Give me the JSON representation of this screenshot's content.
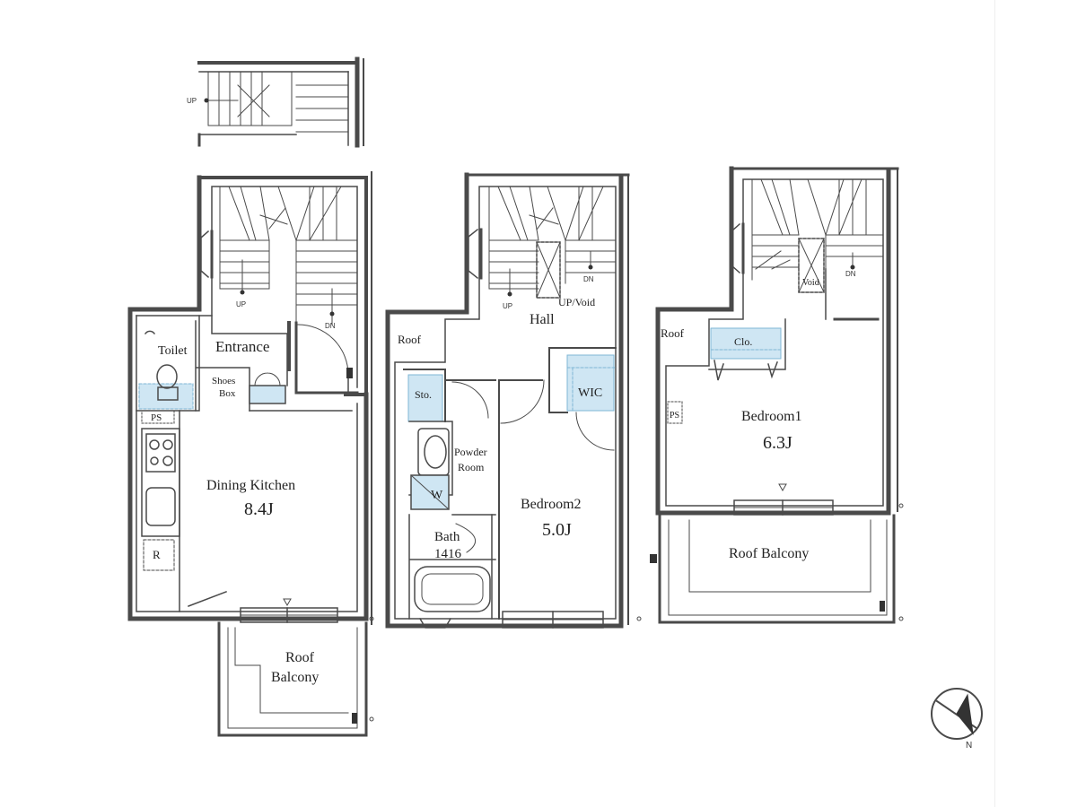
{
  "colors": {
    "wall": "#4a4a4a",
    "storage_fill": "#cfe6f3",
    "line": "#555555",
    "background": "#ffffff"
  },
  "rooms": {
    "toilet": "Toilet",
    "entrance": "Entrance",
    "shoes_box_line1": "Shoes",
    "shoes_box_line2": "Box",
    "ps": "PS",
    "dining_kitchen": "Dining Kitchen",
    "dining_kitchen_size": "8.4J",
    "fridge": "R",
    "roof_balcony_1_line1": "Roof",
    "roof_balcony_1_line2": "Balcony",
    "roof_left": "Roof",
    "hall": "Hall",
    "storage": "Sto.",
    "wic": "WIC",
    "powder_room_line1": "Powder",
    "powder_room_line2": "Room",
    "washer": "W",
    "bath": "Bath",
    "bath_size": "1416",
    "bedroom2": "Bedroom2",
    "bedroom2_size": "5.0J",
    "roof_right": "Roof",
    "closet": "Clo.",
    "ps_2": "PS",
    "bedroom1": "Bedroom1",
    "bedroom1_size": "6.3J",
    "roof_balcony_2": "Roof Balcony"
  },
  "stairs": {
    "up": "UP",
    "dn": "DN",
    "up_void": "UP/Void",
    "void": "Void",
    "up_top": "UP"
  },
  "compass": {
    "north": "N"
  }
}
